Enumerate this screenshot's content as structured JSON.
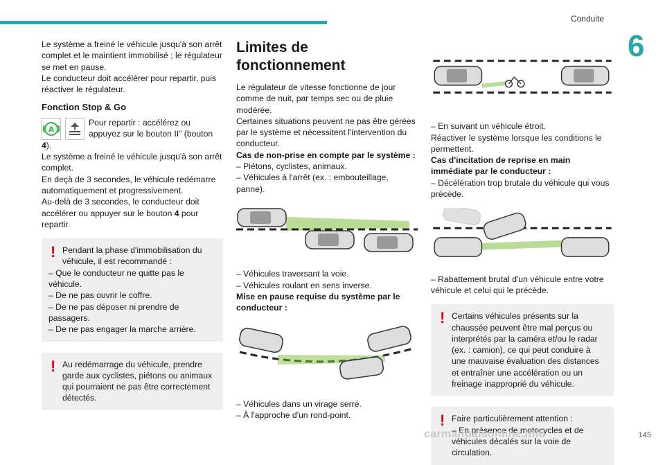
{
  "header": {
    "section": "Conduite",
    "chapter": "6"
  },
  "col1": {
    "p1": "Le système a freiné le véhicule jusqu'à son arrêt complet et le maintient immobilisé ; le régulateur se met en pause.",
    "p2": "Le conducteur doit accélérer pour repartir, puis réactiver le régulateur.",
    "h_stop": "Fonction Stop & Go",
    "icon_text": "Pour repartir : accélérez ou appuyez sur le bouton II\" (bouton",
    "icon_num": "4",
    "icon_tail": ").",
    "p3": "Le système a freiné le véhicule jusqu'à son arrêt complet.",
    "p4": "En deçà de 3 secondes, le véhicule redémarre automatiquement et progressivement.",
    "p5a": "Au-delà de 3 secondes, le conducteur doit accélérer ou appuyer sur le bouton",
    "p5num": "4",
    "p5b": "pour repartir.",
    "warn1": {
      "intro": "Pendant la phase d'immobilisation du véhicule, il est recommandé :",
      "items": [
        "– Que le conducteur ne quitte pas le véhicule.",
        "– De ne pas ouvrir le coffre.",
        "– De ne pas déposer ni prendre de passagers.",
        "– De ne pas engager la marche arrière."
      ]
    },
    "warn2": "Au redémarrage du véhicule, prendre garde aux cyclistes, piétons ou animaux qui pourraient ne pas être correctement détectés."
  },
  "col2": {
    "title": "Limites de fonctionnement",
    "p1": "Le régulateur de vitesse fonctionne de jour comme de nuit, par temps sec ou de pluie modérée.",
    "p2": "Certaines situations peuvent ne pas être gérées par le système et nécessitent l'intervention du conducteur.",
    "h_nonprise": "Cas de non-prise en compte par le système :",
    "list1": [
      "– Piétons, cyclistes, animaux.",
      "– Véhicules à l'arrêt (ex. : embouteillage, panne)."
    ],
    "list2": [
      "– Véhicules traversant la voie.",
      "– Véhicules roulant en sens inverse."
    ],
    "h_pause": "Mise en pause requise du système par le conducteur :",
    "list3": [
      "– Véhicules dans un virage serré.",
      "– À l'approche d'un rond-point."
    ]
  },
  "col3": {
    "list1": [
      "– En suivant un véhicule étroit.",
      "Réactiver le système lorsque les conditions le permettent."
    ],
    "h_incit": "Cas d'incitation de reprise en main immédiate par le conducteur :",
    "list2": [
      "– Décélération trop brutale du véhicule qui vous précède."
    ],
    "list3": [
      "– Rabattement brutal d'un véhicule entre votre véhicule et celui qui le précède."
    ],
    "warn1": "Certains véhicules présents sur la chaussée peuvent être mal perçus ou interprétés par la caméra et/ou le radar (ex. : camion), ce qui peut conduire à une mauvaise évaluation des distances et entraîner une accélération ou un freinage inapproprié du véhicule.",
    "warn2a": "Faire particulièrement attention :",
    "warn2b": "– En présence de motocycles et de véhicules décalés sur la voie de circulation."
  },
  "footer": {
    "page": "145",
    "watermark": "carmanualsonline.info"
  },
  "colors": {
    "accent": "#2ca6ad",
    "warning": "#e2001a",
    "beam": "#7fbf3f",
    "box": "#efefef"
  }
}
